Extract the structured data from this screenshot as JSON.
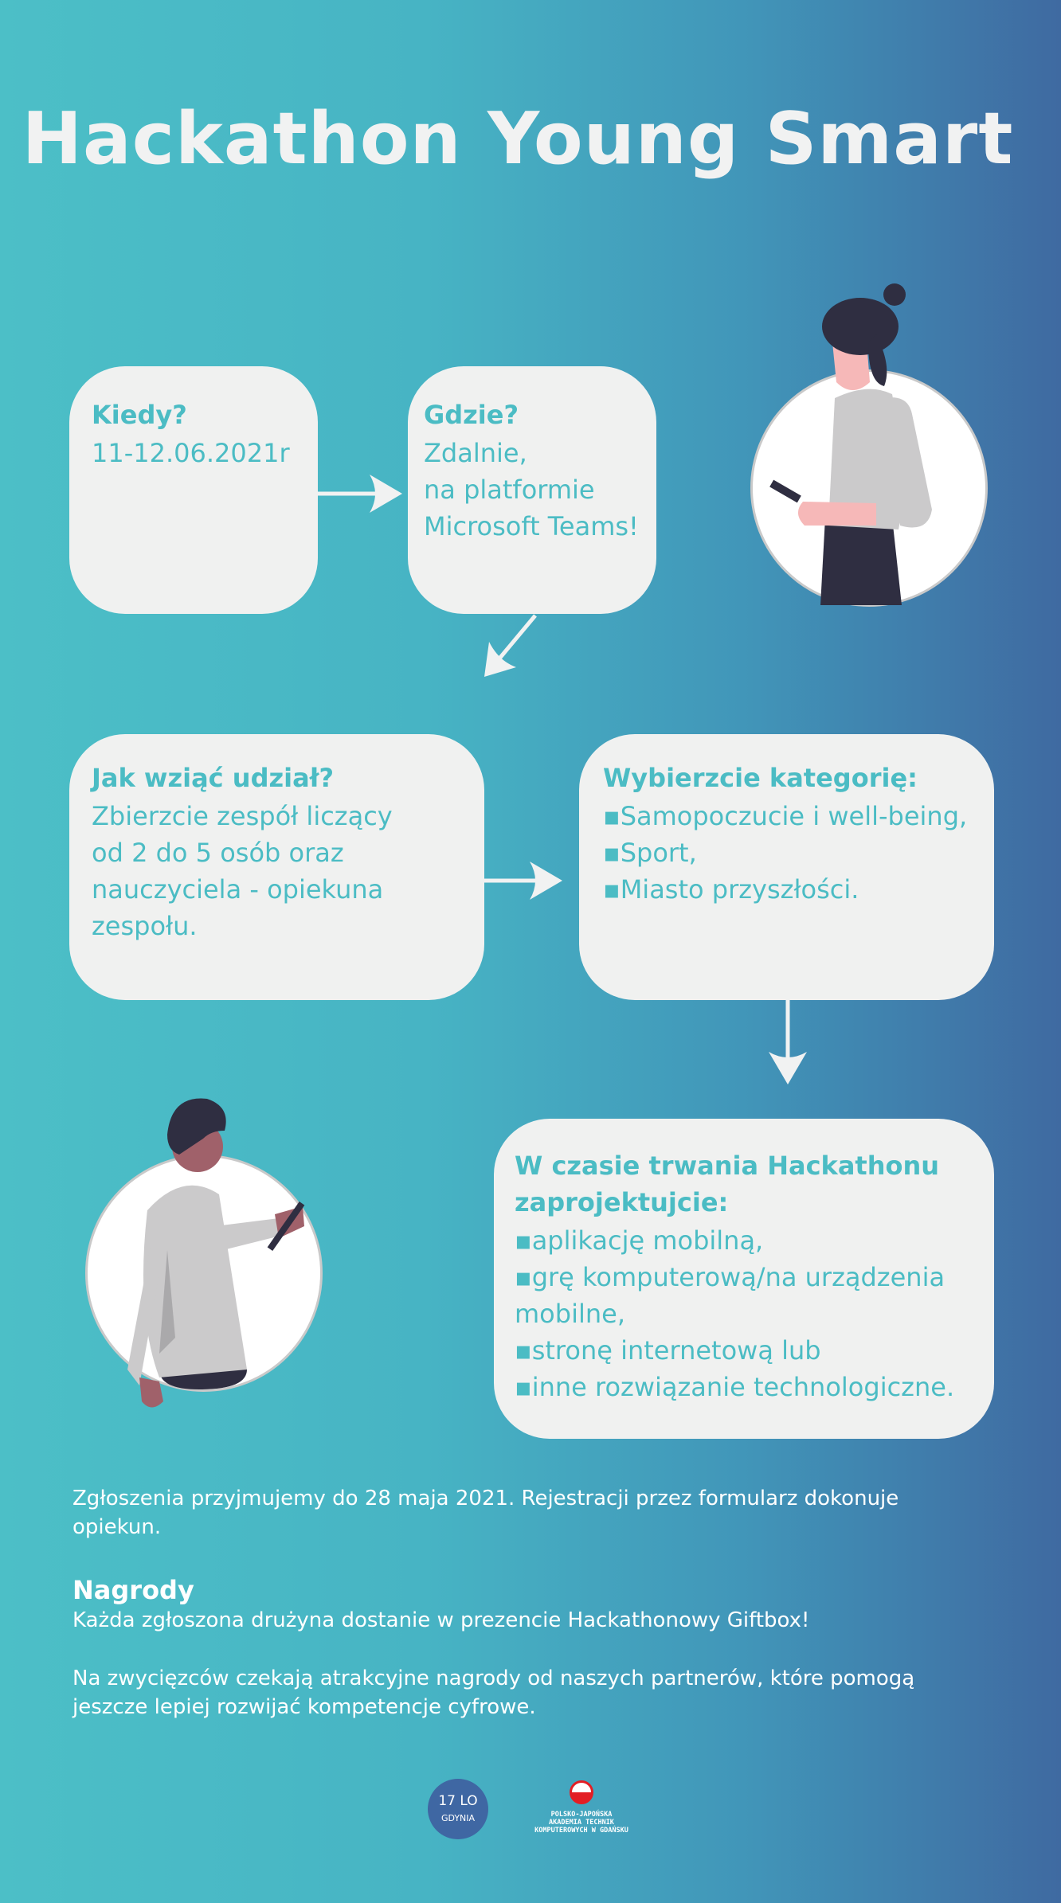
{
  "title": "Hackathon Young Smart",
  "boxes": {
    "when": {
      "heading": "Kiedy?",
      "lines": [
        "11-12.06.2021r"
      ]
    },
    "where": {
      "heading": "Gdzie?",
      "lines": [
        "Zdalnie,",
        "na platformie",
        "Microsoft Teams!"
      ]
    },
    "how": {
      "heading": "Jak wziąć udział?",
      "lines": [
        "Zbierzcie zespół liczący",
        "od 2 do 5 osób oraz",
        "nauczyciela - opiekuna",
        "zespołu."
      ]
    },
    "category": {
      "heading": "Wybierzcie kategorię:",
      "lines": [
        "▪Samopoczucie i well-being,",
        "▪Sport,",
        "▪Miasto przyszłości."
      ]
    },
    "design": {
      "heading_lines": [
        "W czasie trwania Hackathonu",
        "zaprojektujcie:"
      ],
      "lines": [
        "▪aplikację mobilną,",
        "▪grę komputerową/na urządzenia",
        "mobilne,",
        "▪stronę internetową lub",
        "▪inne rozwiązanie technologiczne."
      ]
    }
  },
  "info": {
    "registration": [
      "Zgłoszenia przyjmujemy do 28 maja 2021. Rejestracji przez formularz dokonuje",
      "opiekun."
    ],
    "prizes_heading": "Nagrody",
    "prizes": [
      "Każda zgłoszona drużyna dostanie w prezencie Hackathonowy Giftbox!"
    ],
    "winners": [
      "Na zwycięzców czekają atrakcyjne nagrody od naszych partnerów, które pomogą",
      "jeszcze lepiej rozwijać kompetencje cyfrowe."
    ]
  },
  "logos": {
    "school": {
      "line1": "17 LO",
      "line2": "GDYNIA"
    },
    "pjatk": {
      "lines": [
        "POLSKO-JAPOŃSKA",
        "AKADEMIA TECHNIK",
        "KOMPUTEROWYCH W GDAŃSKU"
      ]
    }
  },
  "colors": {
    "accent": "#4bbcc4",
    "box": "#f0f1f0",
    "bg_left": "#4cbfc7",
    "bg_right": "#3f6aa1"
  }
}
